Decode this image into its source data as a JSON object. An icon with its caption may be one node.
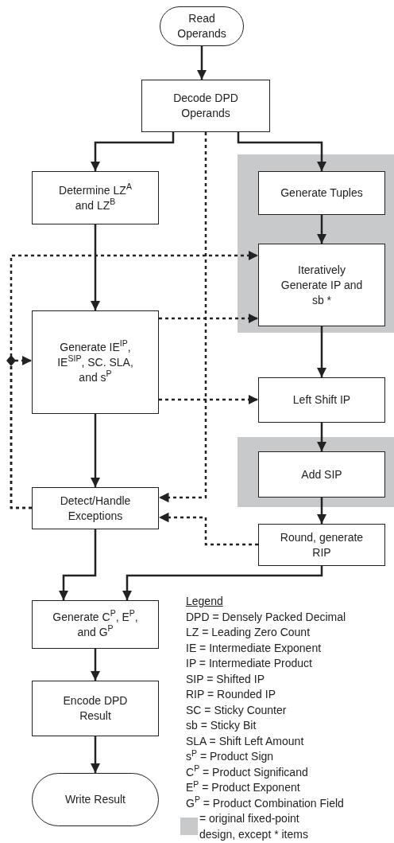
{
  "diagram": {
    "nodes": [
      {
        "text": [
          "Read Operands"
        ]
      },
      {
        "text": [
          "Decode DPD Operands"
        ]
      },
      {
        "text": [
          "Determine LZ$^{A}$ and LZ$^{B}$"
        ]
      },
      {
        "text": [],
        "shape": "box"
      },
      {
        "text": [
          "Generate Tuples"
        ],
        "in": 3
      },
      {
        "text": [
          "Iteratively Generate IP and sb *"
        ],
        "in": 3
      },
      {
        "text": [
          "Generate IE$^{IP}$, IE$^{SIP}$, SC. SLA, and s$^{P}$"
        ]
      },
      {
        "text": [
          "Left Shift IP"
        ]
      },
      {
        "text": [],
        "shape": "box"
      },
      {
        "text": [
          "Add SIP"
        ],
        "in": 8
      },
      {
        "text": [
          "Detect/Handle Exceptions"
        ]
      },
      {
        "text": [
          "Round, generate RIP"
        ]
      },
      {
        "text": [
          "Generate C$^{P}$, E$^{P}$, and G$^{P}$"
        ]
      },
      {
        "text": [
          "Encode DPD Result"
        ]
      },
      {
        "text": [
          "Write Result"
        ]
      }
    ],
    "edges": [
      {
        "from": 0,
        "to": 1,
        "arrow": "to"
      },
      {
        "from": 1,
        "to": 2,
        "arrow": "to"
      },
      {
        "from": 1,
        "to": 4,
        "arrow": "to"
      },
      {
        "from": 2,
        "to": 6,
        "arrow": "to"
      },
      {
        "from": 4,
        "to": 5,
        "arrow": "to"
      },
      {
        "from": 5,
        "to": 7,
        "arrow": "to"
      },
      {
        "from": 7,
        "to": 9,
        "arrow": "to"
      },
      {
        "from": 9,
        "to": 11,
        "arrow": "to"
      },
      {
        "from": 6,
        "to": 10,
        "arrow": "to"
      },
      {
        "from": 10,
        "to": 12,
        "arrow": "to"
      },
      {
        "from": 11,
        "to": 12,
        "arrow": "to"
      },
      {
        "from": 12,
        "to": 13,
        "arrow": "to"
      },
      {
        "from": 13,
        "to": 14,
        "arrow": "to"
      },
      {
        "from": 1,
        "to": 10,
        "arrow": "to",
        "style": "dashed"
      },
      {
        "from": 10,
        "to": 5,
        "arrow": "to",
        "style": "dashed"
      },
      {
        "from": 10,
        "to": 6,
        "arrow": "to",
        "style": "dashed"
      },
      {
        "from": 6,
        "to": 5,
        "arrow": "to",
        "style": "dashed"
      },
      {
        "from": 6,
        "to": 7,
        "arrow": "to",
        "style": "dashed"
      },
      {
        "from": 11,
        "to": 10,
        "arrow": "to",
        "style": "dashed"
      }
    ],
    "labels": [
      "Legend",
      "DPD = Densely Packed Decimal",
      "LZ = Leading Zero Count",
      "IE = Intermediate Exponent",
      "IP = Intermediate Product",
      "SIP = Shifted IP",
      "RIP = Rounded IP",
      "SC = Sticky Counter",
      "sb = Sticky Bit",
      "SLA = Shift Left Amount",
      "s$^{P}$ = Product Sign",
      "C$^{P}$ = Product Significand",
      "E$^{P}$ = Product Exponent",
      "G$^{P}$ = Product Combination Field"
    ],
    "legend": [
      {
        "text": "= original fixed-point design, except * items",
        "color": "#c8c9cb"
      }
    ]
  }
}
